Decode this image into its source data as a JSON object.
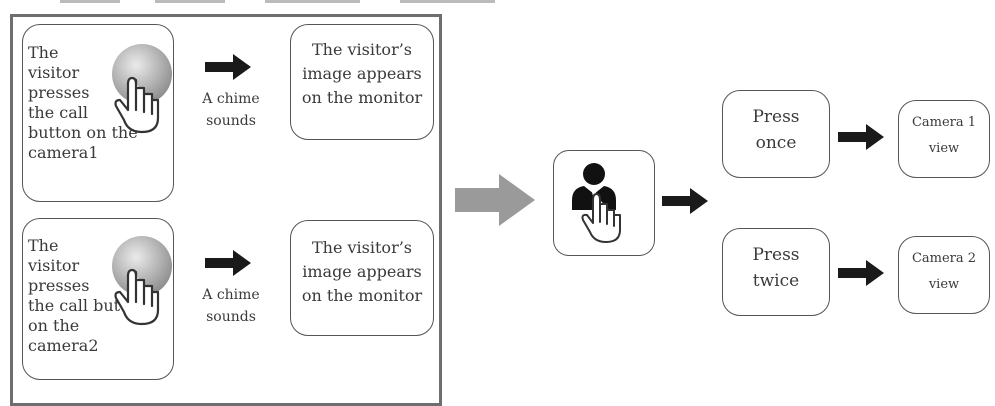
{
  "visitor": {
    "camera1_lines": [
      "The",
      "visitor",
      "presses",
      "the call",
      "button on the",
      "camera1"
    ],
    "camera2_lines": [
      "The",
      "visitor",
      "presses",
      "the call button",
      "on the",
      "camera2"
    ]
  },
  "chime": {
    "line1": "A chime",
    "line2": "sounds"
  },
  "monitor": {
    "line1": "The visitor’s",
    "line2": "image appears",
    "line3": "on the monitor"
  },
  "press": {
    "once_line1": "Press",
    "once_line2": "once",
    "twice_line1": "Press",
    "twice_line2": "twice"
  },
  "camera": {
    "view1_line1": "Camera 1",
    "view1_line2": "view",
    "view2_line1": "Camera 2",
    "view2_line2": "view"
  },
  "icons": [
    "hand-press-icon",
    "arrow-right-icon",
    "gray-arrow-right-icon",
    "person-button-icon"
  ],
  "colors": {
    "border": "#6e6e6e",
    "text": "#3a3a3a",
    "arrow": "#1a1a1a",
    "gray_arrow": "#9a9a9a"
  }
}
